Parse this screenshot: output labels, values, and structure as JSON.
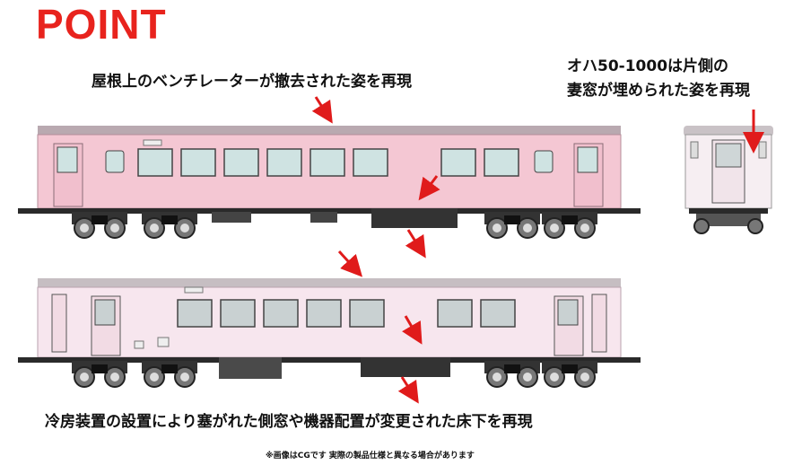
{
  "title": "POINT",
  "captions": {
    "roof": "屋根上のベンチレーターが撤去された姿を再現",
    "end_line1": "オハ50-1000は片側の",
    "end_line2": "妻窓が埋められた姿を再現",
    "bottom": "冷房装置の設置により塞がれた側窓や機器配置が変更された床下を再現"
  },
  "note": "※画像はCGです 実際の製品仕様と異なる場合があります",
  "colors": {
    "title_red": "#e8231d",
    "car1_body": "#f4c7d3",
    "car2_body": "#f7e6ee",
    "arrow_red": "#e01b1b",
    "window_glass": "#cfe3e2",
    "window_glass2": "#c9d1d2",
    "underframe": "#2a2a2a"
  },
  "icons": [
    "red-arrow-icon"
  ]
}
